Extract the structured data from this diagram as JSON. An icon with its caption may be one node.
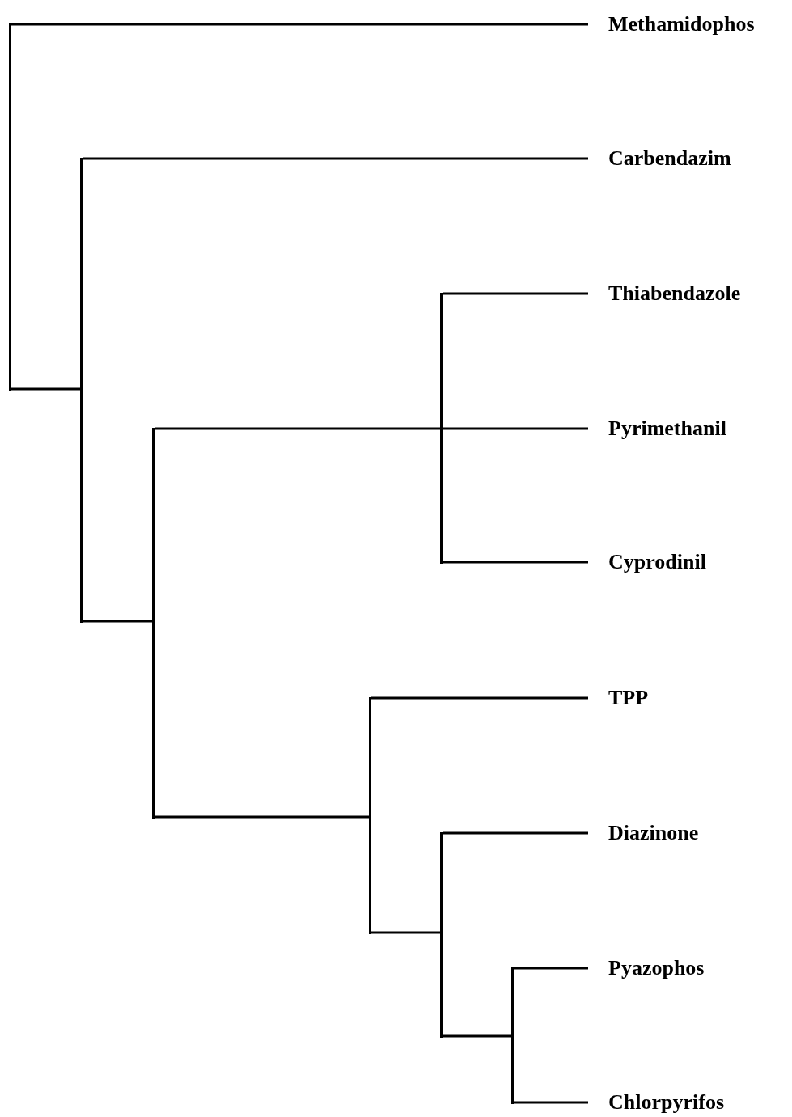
{
  "diagram": {
    "nodes": [
      {
        "text": [],
        "shape": "bar"
      },
      {
        "text": [
          "Methamidophos"
        ]
      },
      {
        "text": [],
        "shape": "bar"
      },
      {
        "text": [
          "Carbendazim"
        ]
      },
      {
        "text": [],
        "shape": "bar"
      },
      {
        "text": [],
        "shape": "bar"
      },
      {
        "text": [
          "Thiabendazole"
        ]
      },
      {
        "text": [
          "Pyrimethanil"
        ]
      },
      {
        "text": [
          "Cyprodinil"
        ]
      },
      {
        "text": [],
        "shape": "bar"
      },
      {
        "text": [
          "TPP"
        ]
      },
      {
        "text": [],
        "shape": "bar"
      },
      {
        "text": [
          "Diazinone"
        ]
      },
      {
        "text": [],
        "shape": "bar"
      },
      {
        "text": [
          "Pyazophos"
        ]
      },
      {
        "text": [
          "Chlorpyrifos"
        ]
      }
    ],
    "edges": [
      {
        "from": 0,
        "to": 1,
        "arrow": "none"
      },
      {
        "from": 0,
        "to": 2,
        "arrow": "none"
      },
      {
        "from": 2,
        "to": 3,
        "arrow": "none"
      },
      {
        "from": 2,
        "to": 4,
        "arrow": "none"
      },
      {
        "from": 4,
        "to": 5,
        "arrow": "none"
      },
      {
        "from": 4,
        "to": 9,
        "arrow": "none"
      },
      {
        "from": 5,
        "to": 6,
        "arrow": "none"
      },
      {
        "from": 5,
        "to": 7,
        "arrow": "none"
      },
      {
        "from": 5,
        "to": 8,
        "arrow": "none"
      },
      {
        "from": 9,
        "to": 10,
        "arrow": "none"
      },
      {
        "from": 9,
        "to": 11,
        "arrow": "none"
      },
      {
        "from": 11,
        "to": 12,
        "arrow": "none"
      },
      {
        "from": 11,
        "to": 13,
        "arrow": "none"
      },
      {
        "from": 13,
        "to": 14,
        "arrow": "none"
      },
      {
        "from": 13,
        "to": 15,
        "arrow": "none"
      }
    ]
  }
}
